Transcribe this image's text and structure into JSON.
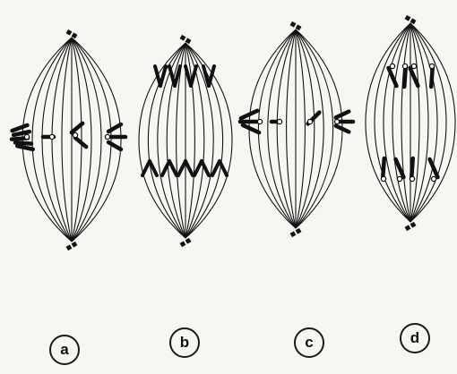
{
  "figure": {
    "panels": [
      {
        "id": "a",
        "label": "a"
      },
      {
        "id": "b",
        "label": "b"
      },
      {
        "id": "c",
        "label": "c"
      },
      {
        "id": "d",
        "label": "d"
      }
    ],
    "colors": {
      "ink": "#111111",
      "paper": "#f7f6f2"
    }
  }
}
